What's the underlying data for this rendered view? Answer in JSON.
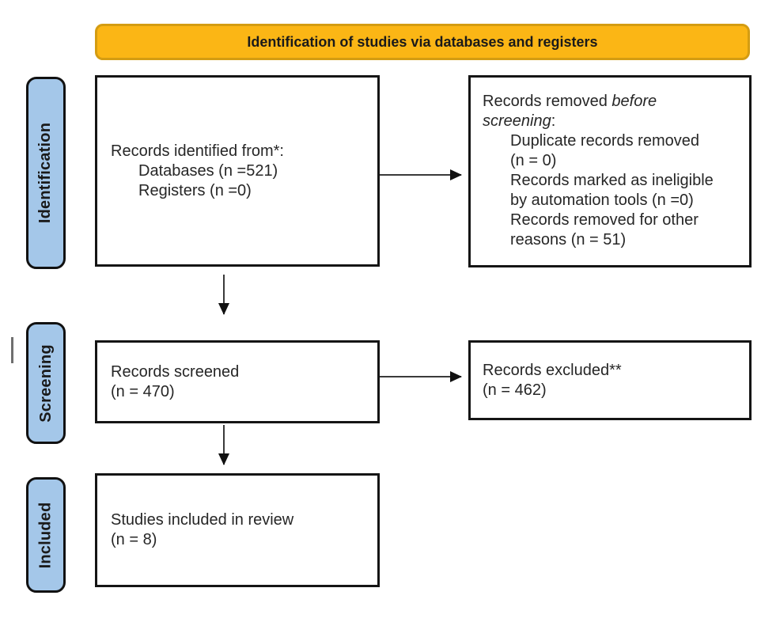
{
  "diagram": {
    "type": "PRISMA flow diagram",
    "banner": {
      "title": "Identification of studies via databases and registers",
      "fill_color": "#FBB615",
      "border_color": "#D49C12"
    },
    "rails": {
      "fill_color": "#A4C7E9",
      "labels": [
        {
          "label": "Identification"
        },
        {
          "label": "Screening"
        },
        {
          "label": "Included"
        }
      ]
    },
    "boxes": {
      "identified": {
        "line1": "Records identified from*:",
        "line2": "Databases (n =521)",
        "line3": "Registers (n =0)"
      },
      "removed": {
        "line1_regular": "Records removed ",
        "line1_italic": "before",
        "line2_italic": "screening",
        "line2_colon": ":",
        "items": [
          "Duplicate records removed",
          "(n = 0)",
          "Records marked as ineligible",
          "by automation tools (n =0)",
          "Records removed for other",
          "reasons (n = 51)"
        ]
      },
      "screened": {
        "line1": "Records screened",
        "line2": "(n = 470)"
      },
      "excluded": {
        "line1": "Records excluded**",
        "line2": "(n = 462)"
      },
      "included": {
        "line1": "Studies included in review",
        "line2": "(n = 8)"
      }
    }
  }
}
